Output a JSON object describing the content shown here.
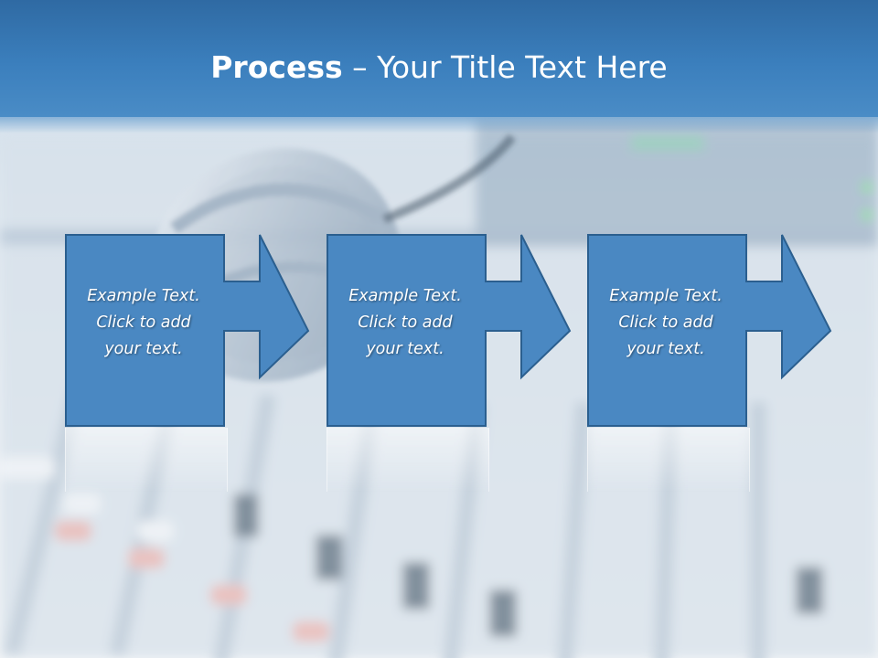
{
  "title": {
    "bold": "Process",
    "rest": " – Your Title Text Here"
  },
  "steps": [
    {
      "line1": "Example Text.",
      "line2": "Click  to add",
      "line3": "your text."
    },
    {
      "line1": "Example Text.",
      "line2": "Click  to add",
      "line3": "your text."
    },
    {
      "line1": "Example Text.",
      "line2": "Click  to add",
      "line3": "your text."
    }
  ],
  "colors": {
    "title_bar": "#3b7fbd",
    "box_fill": "#4a88c2",
    "box_border": "#2b5f8f",
    "text": "#ffffff"
  }
}
